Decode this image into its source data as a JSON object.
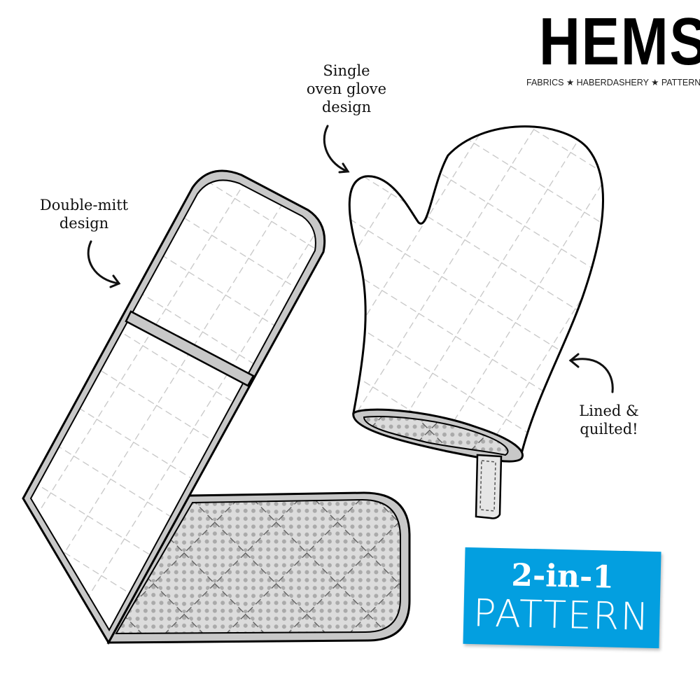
{
  "brand": {
    "name": "HEMS",
    "tagline": "FABRICS ★ HABERDASHERY ★ PATTERNS"
  },
  "annotations": {
    "single": [
      "Single",
      "oven glove",
      "design"
    ],
    "double": [
      "Double-mitt",
      "design"
    ],
    "lined": [
      "Lined &",
      "quilted!"
    ]
  },
  "badge": {
    "line1": "2-in-1",
    "line2": "PATTERN"
  },
  "colors": {
    "badge": "#039fe0",
    "binding": "#c8c8c8",
    "quilt_lines": "#c4c4c4",
    "lining": "#dcdcdc"
  }
}
